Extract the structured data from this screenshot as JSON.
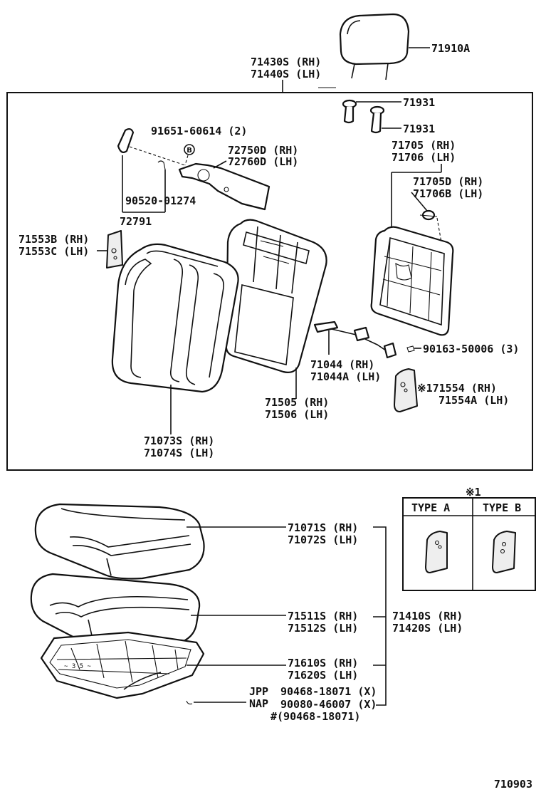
{
  "callouts": {
    "headrest": "71910A",
    "backrest_assy_rh": "71430S (RH)",
    "backrest_assy_lh": "71440S (LH)",
    "support_a": "71931",
    "support_b": "71931",
    "bolt": "91651-60614 (2)",
    "bolt_mark": "B",
    "lever_rh": "72750D (RH)",
    "lever_lh": "72760D (LH)",
    "frame_rh": "71705 (RH)",
    "frame_lh": "71706 (LH)",
    "frame_sub_rh": "71705D (RH)",
    "frame_sub_lh": "71706B (LH)",
    "spring_pin": "90520-01274",
    "knob": "72791",
    "cover_side_rh": "71553B (RH)",
    "cover_side_lh": "71553C (LH)",
    "wire_rh": "71044   (RH)",
    "wire_lh": "71044A (LH)",
    "screw": "90163-50006 (3)",
    "shield_rh": "※171554   (RH)",
    "shield_lh": "71554A (LH)",
    "pad_rh": "71505 (RH)",
    "pad_lh": "71506 (LH)",
    "back_cover_rh": "71073S (RH)",
    "back_cover_lh": "71074S (LH)",
    "cushion_cover_rh": "71071S (RH)",
    "cushion_cover_lh": "71072S (LH)",
    "cushion_pad_rh": "71511S (RH)",
    "cushion_pad_lh": "71512S (LH)",
    "cushion_frame_rh": "71610S (RH)",
    "cushion_frame_lh": "71620S (LH)",
    "cushion_assy_rh": "71410S (RH)",
    "cushion_assy_lh": "71420S (LH)",
    "hogring_jpp_tag": "JPP",
    "hogring_nap_tag": "NAP",
    "hogring_jpp": "90468-18071 (X)",
    "hogring_nap": "90080-46007 (X)",
    "hogring_alt": "#(90468-18071)"
  },
  "type_table": {
    "note_mark": "※1",
    "col_a": "TYPE  A",
    "col_b": "TYPE  B"
  },
  "figure_number": "710903"
}
